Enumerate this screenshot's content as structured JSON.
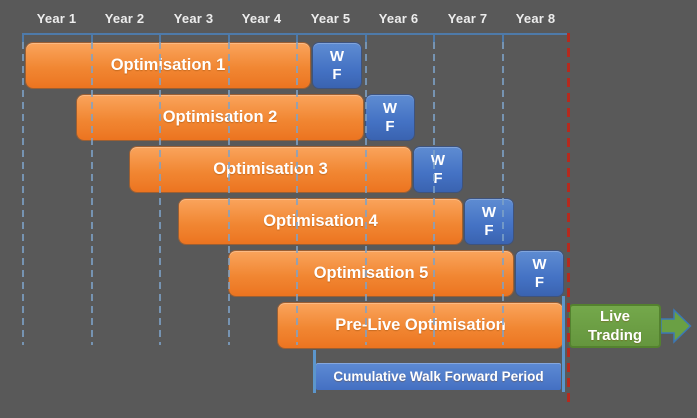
{
  "title": "Walk forward optimisation timeline",
  "colors": {
    "background": "#595959",
    "optimisation_bar_orange": "#F18733",
    "walk_forward_blue": "#4472C4",
    "live_trading_green": "#6A9E44",
    "cumulative_bar_blue": "#4C7CCB",
    "gridline_blue": "#7DA2C8",
    "ruler_blue": "#4E7AA9",
    "live_boundary_red": "#B52A1E",
    "label_white": "#FFFFFF"
  },
  "icons": {
    "live_trading_arrow": "block-arrow-right"
  },
  "timeline": {
    "years": [
      "Year 1",
      "Year 2",
      "Year 3",
      "Year 4",
      "Year 5",
      "Year 6",
      "Year 7",
      "Year 8"
    ]
  },
  "wf_box": {
    "line1": "W",
    "line2": "F"
  },
  "rows": [
    {
      "label": "Optimisation 1",
      "bar_years": [
        0.1,
        4.2
      ],
      "wf_years": [
        4.3,
        4.9
      ]
    },
    {
      "label": "Optimisation 2",
      "bar_years": [
        0.8,
        5.0
      ],
      "wf_years": [
        5.0,
        5.7
      ]
    },
    {
      "label": "Optimisation 3",
      "bar_years": [
        1.6,
        5.7
      ],
      "wf_years": [
        5.7,
        6.4
      ]
    },
    {
      "label": "Optimisation 4",
      "bar_years": [
        2.3,
        6.4
      ],
      "wf_years": [
        6.5,
        7.2
      ]
    },
    {
      "label": "Optimisation 5",
      "bar_years": [
        3.0,
        7.2
      ],
      "wf_years": [
        7.2,
        7.9
      ]
    },
    {
      "label": "Pre-Live Optimisation",
      "bar_years": [
        3.7,
        7.9
      ]
    }
  ],
  "live_trading": {
    "label": "Live Trading",
    "starts_at_year": 8.0
  },
  "cumulative": {
    "label": "Cumulative Walk Forward Period",
    "span_years": [
      4.3,
      7.9
    ]
  }
}
